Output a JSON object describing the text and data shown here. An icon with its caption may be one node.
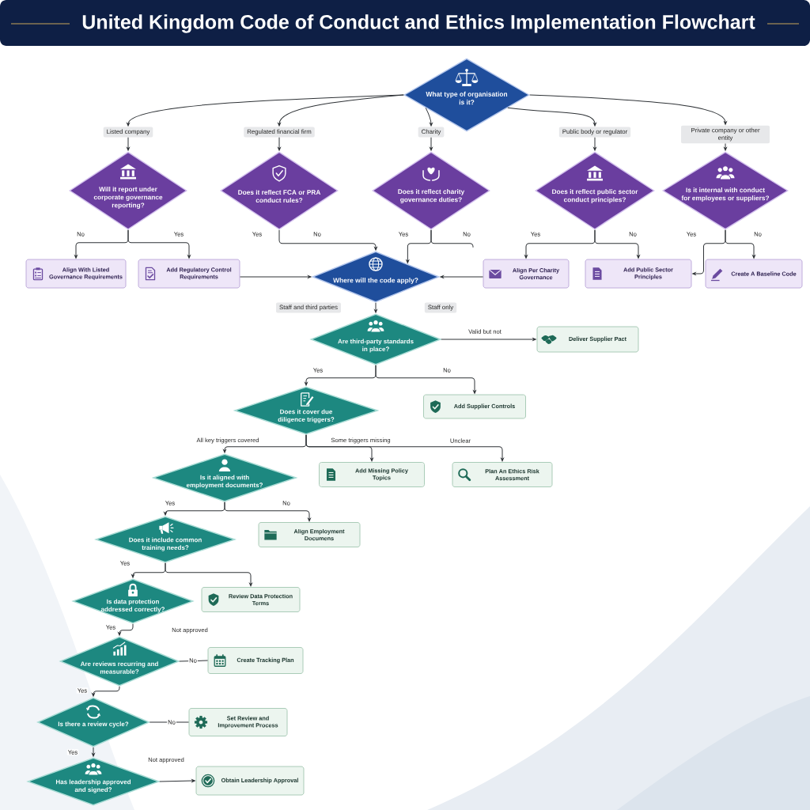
{
  "diagram": {
    "title": "United Kingdom Code of Conduct and Ethics Implementation Flowchart",
    "nodes": [
      {
        "text": [
          "What type of organisation is it?"
        ]
      },
      {
        "text": [
          "Listed company"
        ]
      },
      {
        "text": [
          "Regulated financial firm"
        ]
      },
      {
        "text": [
          "Charity"
        ]
      },
      {
        "text": [
          "Public body or regulator"
        ]
      },
      {
        "text": [
          "Private company or other entity"
        ]
      },
      {
        "text": [
          "Will it report under corporate governance reporting?"
        ]
      },
      {
        "text": [
          "Does it reflect FCA or PRA conduct rules?"
        ]
      },
      {
        "text": [
          "Does it reflect charity governance duties?"
        ]
      },
      {
        "text": [
          "Does it reflect public sector conduct principles?"
        ]
      },
      {
        "text": [
          "Is it internal with conduct for employees or suppliers?"
        ]
      },
      {
        "text": [
          "Align With Listed Governance Requirements"
        ]
      },
      {
        "text": [
          "Add Regulatory Control Requirements"
        ]
      },
      {
        "text": [
          "Where will the code apply?"
        ]
      },
      {
        "text": [
          "Align Per Charity Governance"
        ]
      },
      {
        "text": [
          "Add Public Sector Principles"
        ]
      },
      {
        "text": [
          "Create A Baseline Code"
        ]
      },
      {
        "text": [
          "Staff and third parties"
        ]
      },
      {
        "text": [
          "Staff only"
        ]
      },
      {
        "text": [
          "Are third-party standards in place?"
        ]
      },
      {
        "text": [
          "Deliver Supplier Pact"
        ]
      },
      {
        "text": [
          "Does it cover due diligence triggers?"
        ]
      },
      {
        "text": [
          "Add Supplier Controls"
        ]
      },
      {
        "text": [
          "Is it aligned with employment documents?"
        ]
      },
      {
        "text": [
          "Add Missing Policy Topics"
        ]
      },
      {
        "text": [
          "Plan An Ethics Risk Assessment"
        ]
      },
      {
        "text": [
          "Does it include common training needs?"
        ]
      },
      {
        "text": [
          "Align Employment Documens"
        ]
      },
      {
        "text": [
          "Is data protection addressed correctly?"
        ]
      },
      {
        "text": [
          "Review Data Protection Terms"
        ]
      },
      {
        "text": [
          "Are reviews recurring and measurable?"
        ]
      },
      {
        "text": [
          "Create Tracking Plan"
        ]
      },
      {
        "text": [
          "Is there a review cycle?"
        ]
      },
      {
        "text": [
          "Set Review and Improvement Process"
        ]
      },
      {
        "text": [
          "Has leadership approved and signed?"
        ]
      },
      {
        "text": [
          "Obtain Leadership Approval"
        ]
      }
    ],
    "edges": [
      {
        "from": 0,
        "to": 1,
        "arrow": "to"
      },
      {
        "from": 0,
        "to": 2,
        "arrow": "to"
      },
      {
        "from": 0,
        "to": 3,
        "arrow": "to"
      },
      {
        "from": 0,
        "to": 4,
        "arrow": "to"
      },
      {
        "from": 0,
        "to": 5,
        "arrow": "to"
      },
      {
        "from": 1,
        "to": 6,
        "arrow": "to"
      },
      {
        "from": 2,
        "to": 7,
        "arrow": "to"
      },
      {
        "from": 3,
        "to": 8,
        "arrow": "to"
      },
      {
        "from": 4,
        "to": 9,
        "arrow": "to"
      },
      {
        "from": 5,
        "to": 10,
        "arrow": "to"
      },
      {
        "from": 6,
        "to": 11,
        "arrow": "to",
        "label": "No"
      },
      {
        "from": 6,
        "to": 12,
        "arrow": "to",
        "label": "Yes"
      },
      {
        "from": 7,
        "to": 13,
        "arrow": "to",
        "label": "No"
      },
      {
        "from": 8,
        "to": 13,
        "arrow": "to",
        "label": "Yes"
      },
      {
        "from": 8,
        "to": null,
        "arrow": "none",
        "label": "No"
      },
      {
        "from": 9,
        "to": 14,
        "arrow": "to",
        "label": "Yes"
      },
      {
        "from": 9,
        "to": 15,
        "arrow": "to",
        "label": "No"
      },
      {
        "from": 10,
        "to": 15,
        "arrow": "to",
        "label": "Yes"
      },
      {
        "from": 10,
        "to": 16,
        "arrow": "to",
        "label": "No"
      },
      {
        "from": 12,
        "to": 13,
        "arrow": "to"
      },
      {
        "from": 14,
        "to": 13,
        "arrow": "to"
      },
      {
        "from": 13,
        "to": 19,
        "arrow": "to"
      },
      {
        "from": 19,
        "to": 20,
        "arrow": "to",
        "label": "Valid but not"
      },
      {
        "from": 19,
        "to": 21,
        "arrow": "to",
        "label": "Yes"
      },
      {
        "from": 19,
        "to": 22,
        "arrow": "to",
        "label": "No"
      },
      {
        "from": 21,
        "to": 23,
        "arrow": "to",
        "label": "All key triggers covered"
      },
      {
        "from": 21,
        "to": 24,
        "arrow": "to",
        "label": "Some triggers missing"
      },
      {
        "from": 21,
        "to": 25,
        "arrow": "to",
        "label": "Unclear"
      },
      {
        "from": 23,
        "to": 26,
        "arrow": "to",
        "label": "Yes"
      },
      {
        "from": 23,
        "to": 27,
        "arrow": "to",
        "label": "No"
      },
      {
        "from": 26,
        "to": 28,
        "arrow": "to",
        "label": "Yes"
      },
      {
        "from": 26,
        "to": 29,
        "arrow": "to"
      },
      {
        "from": 28,
        "to": 30,
        "arrow": "to",
        "label": "Yes"
      },
      {
        "from": 30,
        "to": 31,
        "arrow": "none",
        "label": "No"
      },
      {
        "from": 30,
        "to": 32,
        "arrow": "to",
        "label": "Yes"
      },
      {
        "from": 32,
        "to": 33,
        "arrow": "none",
        "label": "No"
      },
      {
        "from": 32,
        "to": 34,
        "arrow": "to",
        "label": "Yes"
      },
      {
        "from": 34,
        "to": 35,
        "arrow": "to",
        "label": "Not approved"
      }
    ],
    "labels": [
      "Yes",
      "Not approved"
    ]
  }
}
